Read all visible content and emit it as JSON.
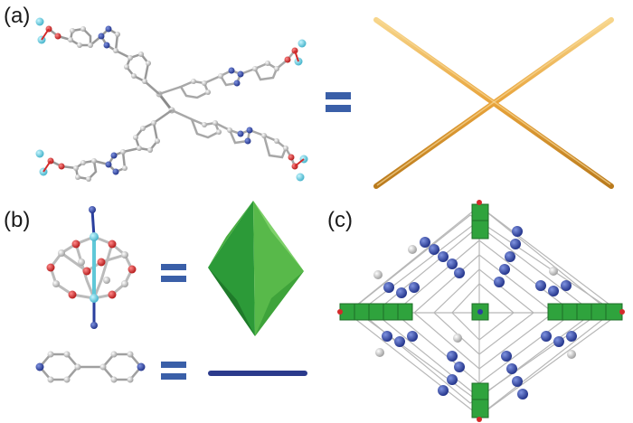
{
  "figure": {
    "panels": [
      {
        "label": "(a)"
      },
      {
        "label": "(b)"
      },
      {
        "label": "(c)"
      }
    ]
  },
  "colors": {
    "equals": "#3a5fa8",
    "rod": "#e8a33a",
    "rod_highlight": "#f6cf7d",
    "octahedron": "#2e9e3a",
    "octahedron_light": "#6fc75a",
    "octahedron_dark": "#1f7a2a",
    "linker_line": "#2b3a8c",
    "carbon": "#c8c8c8",
    "bond": "#9a9a9a",
    "nitrogen": "#2a3f9e",
    "oxygen": "#d42a2a",
    "metal": "#5fc8d8",
    "framework_green": "#2fa33d"
  }
}
